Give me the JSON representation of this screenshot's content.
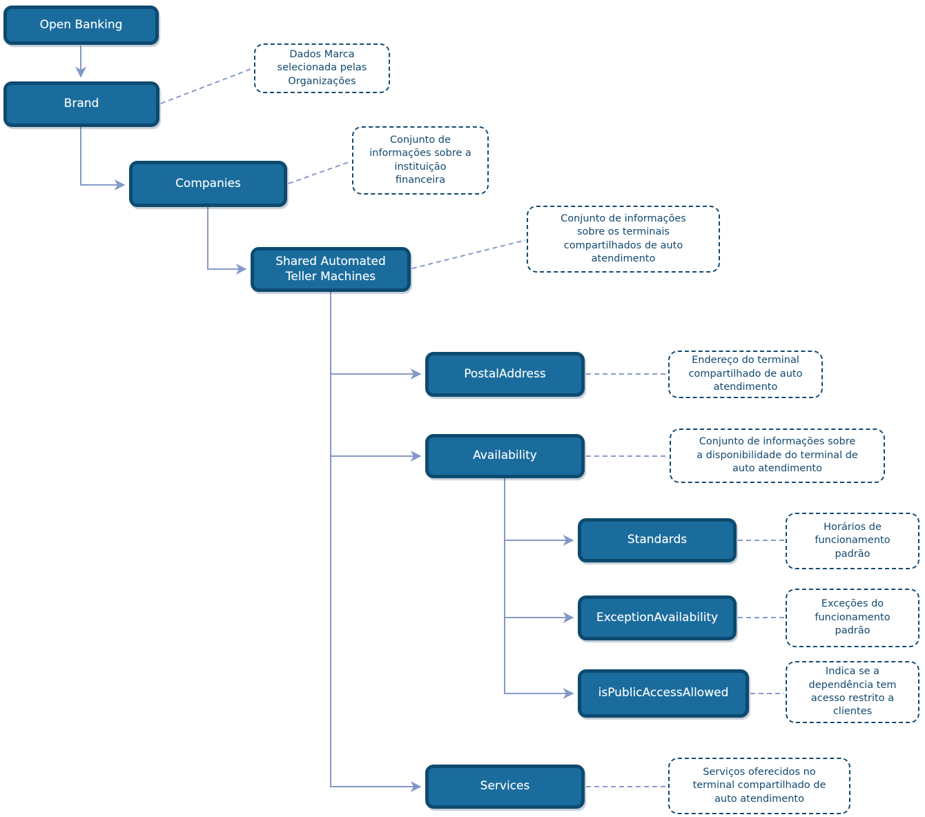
{
  "diagram": {
    "nodes": {
      "open_banking": {
        "label": "Open Banking"
      },
      "brand": {
        "label": "Brand"
      },
      "companies": {
        "label": "Companies"
      },
      "shared_atm": {
        "label": "Shared Automated\nTeller Machines"
      },
      "postal_address": {
        "label": "PostalAddress"
      },
      "availability": {
        "label": "Availability"
      },
      "standards": {
        "label": "Standards"
      },
      "exception_availability": {
        "label": "ExceptionAvailability"
      },
      "is_public_access_allowed": {
        "label": "isPublicAccessAllowed"
      },
      "services": {
        "label": "Services"
      }
    },
    "annotations": {
      "brand_note": {
        "text": "Dados Marca\nselecionada pelas\nOrganizações"
      },
      "companies_note": {
        "text": "Conjunto de\ninformações sobre a\ninstituição\nfinanceira"
      },
      "shared_atm_note": {
        "text": "Conjunto de informações\nsobre os terminais\ncompartilhados de auto\natendimento"
      },
      "postal_address_note": {
        "text": "Endereço do terminal\ncompartilhado de auto\natendimento"
      },
      "availability_note": {
        "text": "Conjunto de informações sobre\na disponibilidade do terminal de\nauto atendimento"
      },
      "standards_note": {
        "text": "Horários de\nfuncionamento\npadrão"
      },
      "exception_availability_note": {
        "text": "Exceções do\nfuncionamento\npadrão"
      },
      "is_public_access_allowed_note": {
        "text": "Indica se a\ndependência tem\nacesso restrito a\nclientes"
      },
      "services_note": {
        "text": "Serviços oferecidos no\nterminal compartilhado de\nauto atendimento"
      }
    },
    "edges": [
      {
        "from": "open_banking",
        "to": "brand"
      },
      {
        "from": "brand",
        "to": "companies"
      },
      {
        "from": "companies",
        "to": "shared_atm"
      },
      {
        "from": "shared_atm",
        "to": "postal_address"
      },
      {
        "from": "shared_atm",
        "to": "availability"
      },
      {
        "from": "shared_atm",
        "to": "services"
      },
      {
        "from": "availability",
        "to": "standards"
      },
      {
        "from": "availability",
        "to": "exception_availability"
      },
      {
        "from": "availability",
        "to": "is_public_access_allowed"
      }
    ],
    "note_links": [
      {
        "node": "brand",
        "note": "brand_note"
      },
      {
        "node": "companies",
        "note": "companies_note"
      },
      {
        "node": "shared_atm",
        "note": "shared_atm_note"
      },
      {
        "node": "postal_address",
        "note": "postal_address_note"
      },
      {
        "node": "availability",
        "note": "availability_note"
      },
      {
        "node": "standards",
        "note": "standards_note"
      },
      {
        "node": "exception_availability",
        "note": "exception_availability_note"
      },
      {
        "node": "is_public_access_allowed",
        "note": "is_public_access_allowed_note"
      },
      {
        "node": "services",
        "note": "services_note"
      }
    ],
    "colors": {
      "node_fill": "#1a6c9d",
      "node_border": "#0d4a70",
      "node_text": "#ffffff",
      "note_color": "#11486f",
      "connector": "#8498c8",
      "bg": "#ffffff"
    }
  }
}
